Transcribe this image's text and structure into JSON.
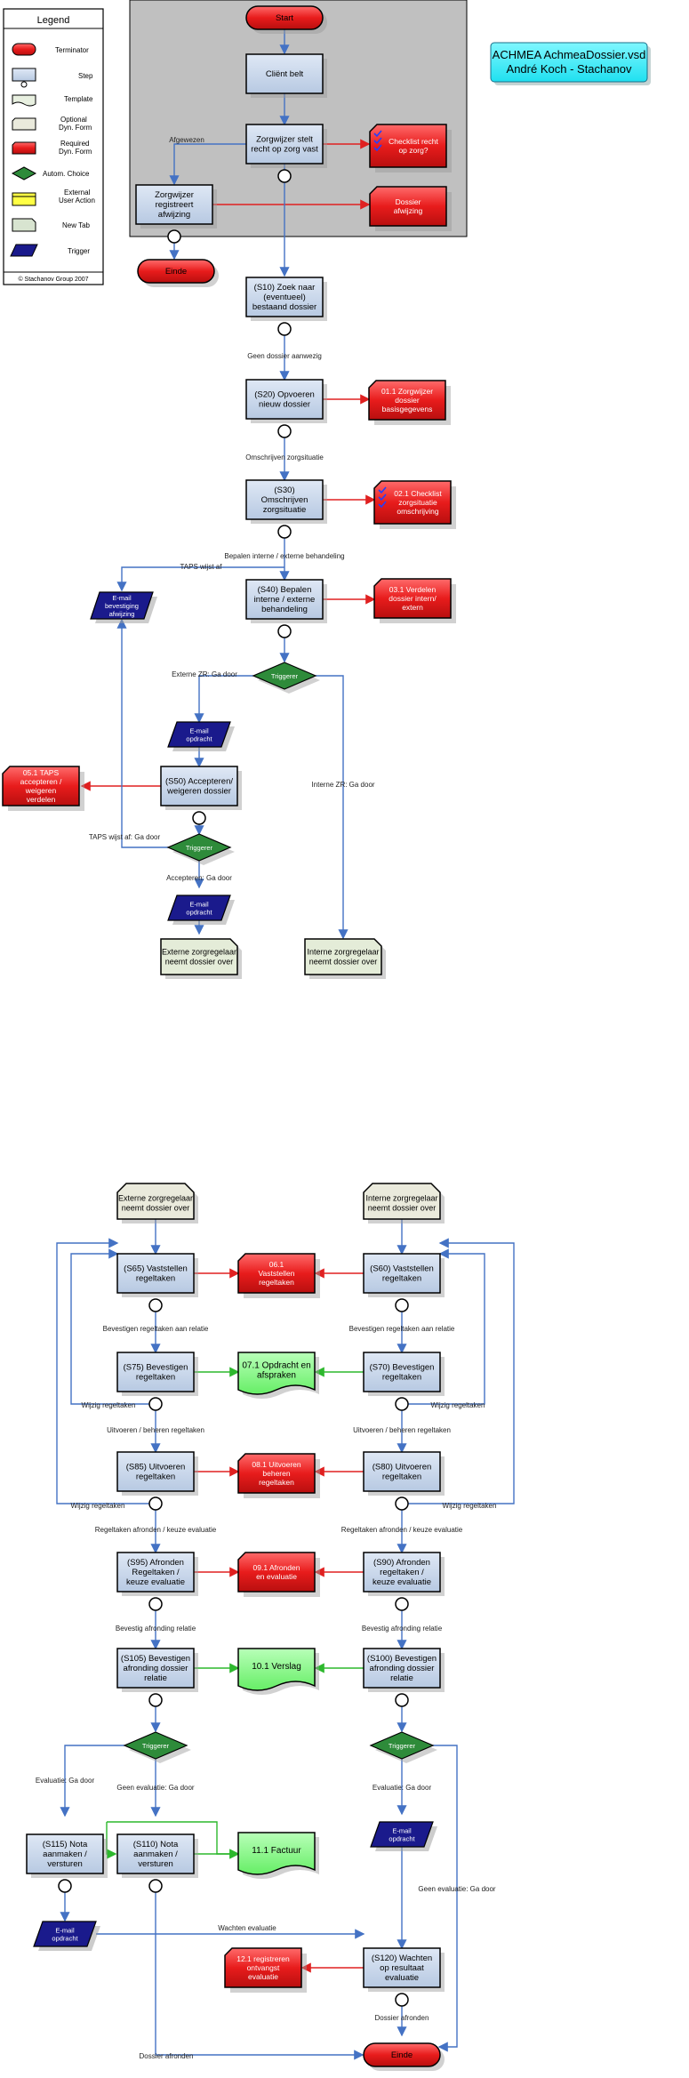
{
  "title": {
    "line1": "ACHMEA AchmeaDossier.vsd",
    "line2": "André Koch - Stachanov"
  },
  "legend": {
    "title": "Legend",
    "items": [
      "Terminator",
      "Step",
      "Template",
      "Optional\nDyn. Form",
      "Required\nDyn. Form",
      "Autom. Choice",
      "External\nUser Action",
      "New Tab",
      "Trigger"
    ],
    "copyright": "© Stachanov Group 2007"
  },
  "colors": {
    "connector": "#4472c4",
    "red_flow": "#e02020",
    "green_flow": "#2db82d",
    "step_fill": "#c5d5ea",
    "required": "#e81c1c",
    "trigger": "#1a1a8c",
    "choice": "#2e8b3a",
    "group_bg": "#c0c0c0"
  },
  "nodes": {
    "start": "Start",
    "client": "Cliënt belt",
    "zorg_stelt": "Zorgwijzer stelt\nrecht op zorg vast",
    "checklist_recht": "Checklist recht\nop zorg?",
    "zorg_registreert": "Zorgwijzer\nregistreert\nafwijzing",
    "dossier_afw": "Dossier\nafwijzing",
    "einde1": "Einde",
    "s10": "(S10) Zoek naar\n(eventueel)\nbestaand dossier",
    "s20": "(S20) Opvoeren\nnieuw dossier",
    "f011": "01.1 Zorgwijzer\ndossier\nbasisgegevens",
    "s30": "(S30)\nOmschrijven\nzorgsituatie",
    "f021": "02.1 Checklist\nzorgsituatie\nomschrijving",
    "s40": "(S40) Bepalen\ninterne / externe\nbehandeling",
    "f031": "03.1 Verdelen\ndossier intern/\nextern",
    "email_bev_afw": "E-mail\nbevestiging\nafwijzing",
    "trig1": "Triggerer",
    "email_opdr1": "E-mail\nopdracht",
    "s50": "(S50) Accepteren/\nweigeren dossier",
    "f051": "05.1 TAPS\naccepteren /\nweigeren\nverdelen",
    "trig2": "Triggerer",
    "email_opdr2": "E-mail\nopdracht",
    "ext_over1": "Externe zorgregelaar\nneemt dossier over",
    "int_over1": "Interne zorgregelaar\nneemt dossier over",
    "ext_over2": "Externe zorgregelaar\nneemt dossier over",
    "int_over2": "Interne zorgregelaar\nneemt dossier over",
    "s65": "(S65) Vaststellen\nregeltaken",
    "f061": "06.1\nVaststellen\nregeltaken",
    "s60": "(S60) Vaststellen\nregeltaken",
    "s75": "(S75) Bevestigen\nregeltaken",
    "f071": "07.1 Opdracht en\nafspraken",
    "s70": "(S70) Bevestigen\nregeltaken",
    "s85": "(S85) Uitvoeren\nregeltaken",
    "f081": "08.1 Uitvoeren\nbeheren\nregeltaken",
    "s80": "(S80) Uitvoeren\nregeltaken",
    "s95": "(S95) Afronden\nRegeltaken /\nkeuze evaluatie",
    "f091": "09.1 Afronden\nen evaluatie",
    "s90": "(S90) Afronden\nregeltaken /\nkeuze evaluatie",
    "s105": "(S105) Bevestigen\nafronding dossier\nrelatie",
    "f101": "10.1 Verslag",
    "s100": "(S100) Bevestigen\nafronding dossier\nrelatie",
    "trig3": "Triggerer",
    "trig4": "Triggerer",
    "s115": "(S115) Nota\naanmaken /\nversturen",
    "s110": "(S110) Nota\naanmaken /\nversturen",
    "f111": "11.1 Factuur",
    "email_opdr3": "E-mail\nopdracht",
    "email_opdr4": "E-mail\nopdracht",
    "f121": "12.1 registreren\nontvangst\nevaluatie",
    "s120": "(S120) Wachten\nop resultaat\nevaluatie",
    "einde2": "Einde"
  },
  "edge_labels": {
    "afgewezen": "Afgewezen",
    "geen_dossier": "Geen dossier aanwezig",
    "omschrijven": "Omschrijven zorgsituatie",
    "bepalen": "Bepalen interne / externe behandeling",
    "taps_wijst_af": "TAPS wijst af",
    "externe_zr": "Externe ZR: Ga door",
    "interne_zr": "Interne ZR: Ga door",
    "taps_wijst_af_gadoor": "TAPS wijst af: Ga door",
    "accepteren": "Accepteren: Ga door",
    "bev_relatie_l": "Bevestigen regeltaken aan relatie",
    "bev_relatie_r": "Bevestigen regeltaken aan relatie",
    "wijzig_l1": "Wijzig regeltaken",
    "wijzig_r1": "Wijzig regeltaken",
    "uitvoeren_l": "Uitvoeren / beheren regeltaken",
    "uitvoeren_r": "Uitvoeren / beheren regeltaken",
    "wijzig_l2": "Wijzig regeltaken",
    "wijzig_r2": "Wijzig regeltaken",
    "afronden_l": "Regeltaken afronden / keuze evaluatie",
    "afronden_r": "Regeltaken afronden / keuze evaluatie",
    "bevestig_l": "Bevestig afronding relatie",
    "bevestig_r": "Bevestig afronding relatie",
    "evaluatie_l": "Evaluatie: Ga door",
    "geen_eval_l": "Geen evaluatie: Ga door",
    "evaluatie_r": "Evaluatie: Ga door",
    "geen_eval_r": "Geen evaluatie: Ga door",
    "wachten": "Wachten evaluatie",
    "dossier_afronden_r": "Dossier afronden",
    "dossier_afronden_l": "Dossier afronden"
  }
}
